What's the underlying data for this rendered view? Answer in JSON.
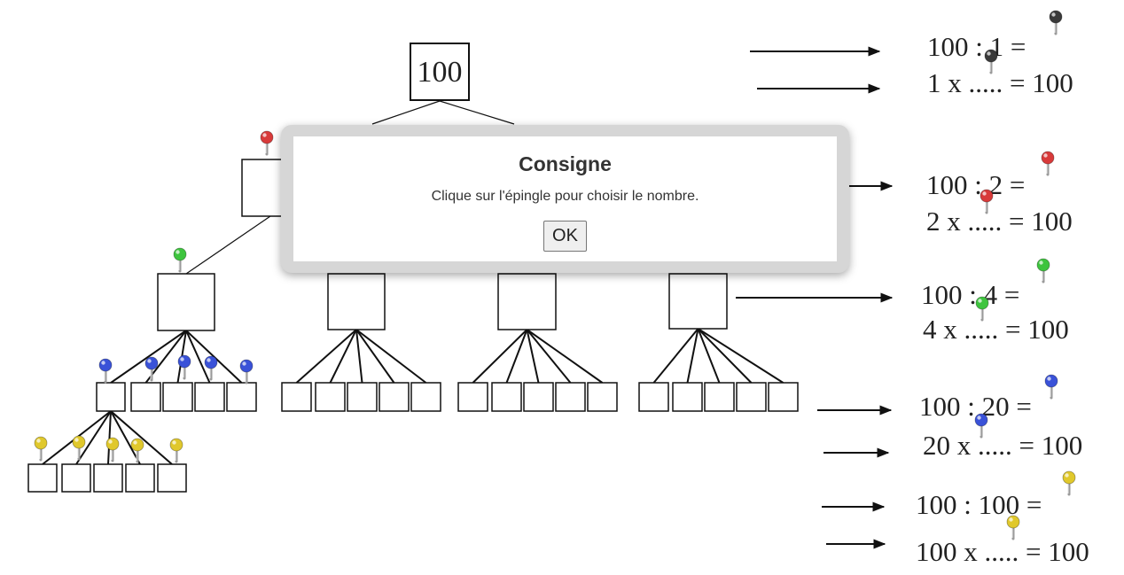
{
  "tree": {
    "root_value": "100"
  },
  "equations": [
    {
      "division": "100 : 1 =",
      "multiplication": "1 x ..... = 100"
    },
    {
      "division": "100 : 2 =",
      "multiplication": "2 x ..... = 100"
    },
    {
      "division": "100 : 4 =",
      "multiplication": "4 x ..... = 100"
    },
    {
      "division": "100 : 20 =",
      "multiplication": "20 x ..... = 100"
    },
    {
      "division": "100 : 100 =",
      "multiplication": "100 x ..... = 100"
    }
  ],
  "pin_colors": {
    "black": "#3a3a3a",
    "red": "#d83a3a",
    "green": "#3ec43e",
    "blue": "#3a52d8",
    "yellow": "#e0c82c"
  },
  "dialog": {
    "title": "Consigne",
    "message": "Clique sur l'épingle pour choisir le nombre.",
    "ok_label": "OK"
  }
}
